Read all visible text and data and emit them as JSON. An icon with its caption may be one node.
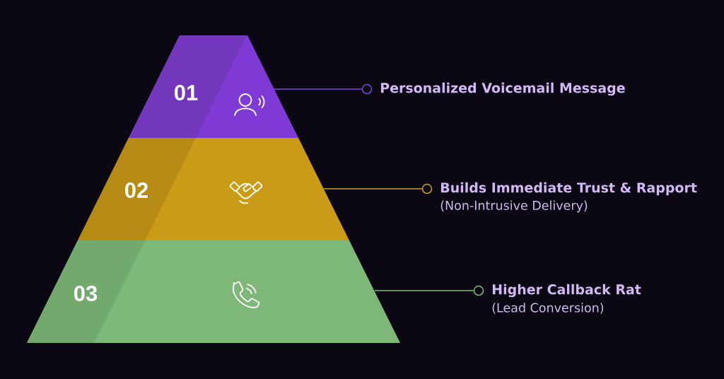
{
  "diagram": {
    "nodes": [
      {
        "text": [
          "01"
        ]
      },
      {
        "text": [
          "Personalized Voicemail Message"
        ]
      },
      {
        "text": [
          "02"
        ]
      },
      {
        "text": [
          "Builds Immediate Trust & Rapport",
          "(Non-Intrusive Delivery)"
        ]
      },
      {
        "text": [
          "03"
        ]
      },
      {
        "text": [
          "Higher Callback Rat",
          "(Lead Conversion)"
        ]
      }
    ],
    "edges": [
      {
        "from": 0,
        "to": 1,
        "arrow": "none",
        "color": "#7b45d6"
      },
      {
        "from": 2,
        "to": 3,
        "arrow": "none",
        "color": "#c9a227"
      },
      {
        "from": 4,
        "to": 5,
        "arrow": "none",
        "color": "#7dbe76"
      }
    ]
  }
}
